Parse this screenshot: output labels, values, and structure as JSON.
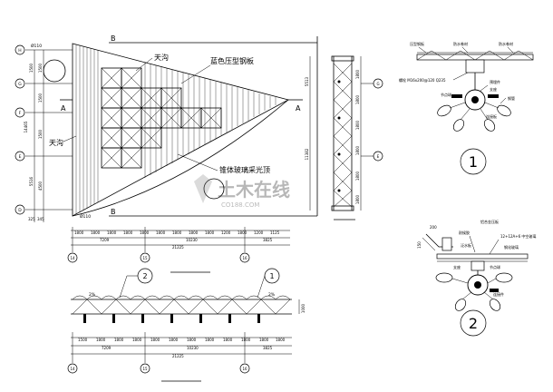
{
  "plan": {
    "top_gutter_radius": "Ø110",
    "bottom_gutter_radius": "Ø110",
    "gutter_top": "天沟",
    "gutter_left": "天沟",
    "steel_panel": "蓝色压型钢板",
    "glass_roof": "锥体玻璃采光顶",
    "section_b_top": "B",
    "section_b_bottom": "B",
    "section_a_left": "A",
    "section_a_right": "A",
    "grid_rows": [
      "H",
      "G",
      "F",
      "E",
      "D"
    ],
    "left_dims": [
      "1500",
      "1500",
      "1500",
      "1500",
      "4500",
      "5516",
      "325",
      "345",
      "14465"
    ],
    "right_dims": [
      "5513",
      "11382"
    ],
    "bottom_grid": [
      "14",
      "15",
      "16"
    ],
    "bottom_dims_1": [
      "1800",
      "1800",
      "1800",
      "1800",
      "1800",
      "1800",
      "1800",
      "1800",
      "1800",
      "1200",
      "1800",
      "1200",
      "1125"
    ],
    "bottom_dims_2": [
      "7209",
      "10230",
      "3825"
    ],
    "bottom_total": "21225"
  },
  "elevation": {
    "right_dims": [
      "1800",
      "1800",
      "1800",
      "1800",
      "1800",
      "1800"
    ],
    "right_grid": [
      "G",
      "E"
    ]
  },
  "section": {
    "slope_left": "2%",
    "slope_right": "2%",
    "detail_refs": [
      "2",
      "1"
    ],
    "height_dim": "1000",
    "bottom_dims_1": [
      "1500",
      "1800",
      "1800",
      "1800",
      "1800",
      "1800",
      "1800",
      "1800",
      "1800",
      "1800",
      "1800",
      "1800"
    ],
    "bottom_dims_2": [
      "7209",
      "10230",
      "3825"
    ],
    "bottom_total": "21225",
    "bottom_grid": [
      "14",
      "15",
      "16"
    ]
  },
  "detail1": {
    "number": "1",
    "labels": [
      "压型钢板",
      "防水卷材",
      "防水卷材",
      "预埋件",
      "支座",
      "钢管",
      "节点球",
      "连接板"
    ],
    "note": "螺栓 M16x200@120 Q235"
  },
  "detail2": {
    "number": "2",
    "labels": [
      "耐候胶",
      "铝合金压板",
      "钢化玻璃",
      "泛水板",
      "支座",
      "节点球",
      "连接件"
    ],
    "note": "12+12A+6 中空玻璃",
    "dims": [
      "150",
      "200"
    ]
  },
  "watermark": {
    "text": "土木在线",
    "sub": "CO188.COM"
  }
}
